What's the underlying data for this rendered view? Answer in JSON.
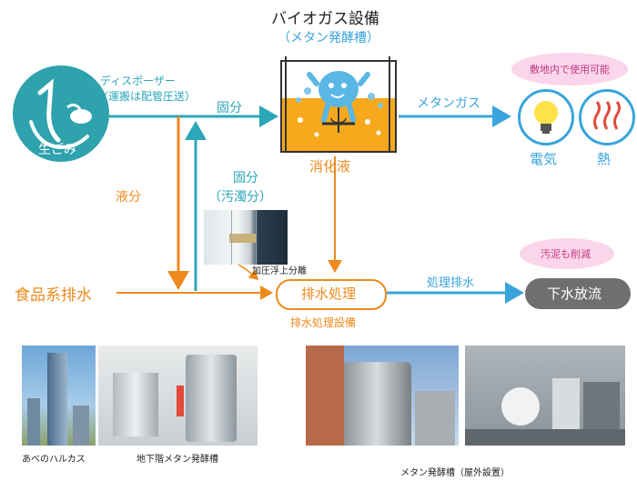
{
  "header": {
    "title": "バイオガス設備",
    "subtitle": "（メタン発酵槽）"
  },
  "garbage": {
    "label": "生ごみ",
    "disposer_line1": "ディスポーザー",
    "disposer_line2": "（運搬は配管圧送）",
    "solid_label": "固分",
    "liquid_label": "液分"
  },
  "tank": {
    "digestate_label": "消化液",
    "sludge_line1": "固分",
    "sludge_line2": "（汚濁分）",
    "flotation_label": "加圧浮上分離"
  },
  "methane": {
    "arrow_label": "メタンガス",
    "cloud_label": "敷地内で使用可能",
    "electricity_label": "電気",
    "heat_label": "熱"
  },
  "wastewater": {
    "food_label": "食品系排水",
    "treatment_label": "排水処理",
    "facility_label": "排水処理設備",
    "treated_label": "処理排水",
    "cloud_label": "汚泥も削減",
    "sewer_label": "下水放流"
  },
  "photos": {
    "harukas_caption": "あべのハルカス",
    "basement_caption": "地下階メタン発酵槽",
    "outdoor_caption": "メタン発酵槽（屋外設置）"
  },
  "colors": {
    "teal": "#2aa7b9",
    "orange": "#ee8a1c",
    "blue": "#3aa4dc",
    "pink": "#fbd5ea",
    "gray": "#6f6f6f"
  }
}
